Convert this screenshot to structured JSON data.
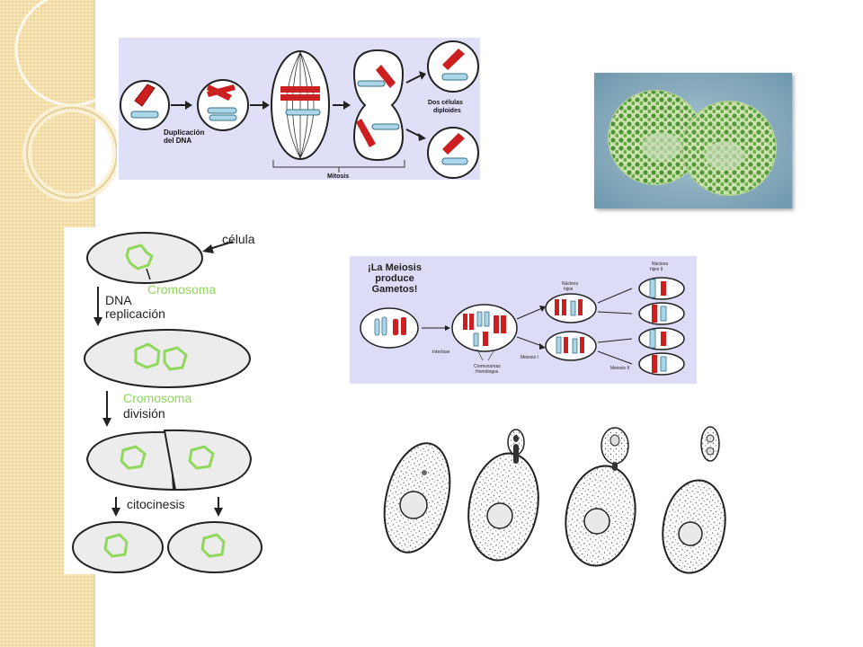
{
  "slide": {
    "colors": {
      "side_strip": "#f7e4b5",
      "chromosome_red": "#cc1f1f",
      "chromosome_blue": "#a9d7e8",
      "green_outline": "#8fd85b",
      "panel_bg": "#dfe0f7"
    }
  },
  "mitosis": {
    "label_duplication_line1": "Duplicación",
    "label_duplication_line2": "del DNA",
    "label_mitosis": "Mitosis",
    "label_result_line1": "Dos células",
    "label_result_line2": "diploides"
  },
  "binary_fission": {
    "label_cell": "célula",
    "label_chromosome_1": "Cromosoma",
    "label_replication_line1": "DNA",
    "label_replication_line2": "replicación",
    "label_chromosome_2": "Cromosoma",
    "label_division": "división",
    "label_cytokinesis": "citocinesis"
  },
  "meiosis": {
    "title_line1": "¡La Meiosis",
    "title_line2": "produce",
    "title_line3": "Gametos!",
    "label_nuclei": "Núcleos",
    "label_nuclei_2": "hijos",
    "label_top_right": "Núcleos",
    "label_top_right_2": "hijos II",
    "label_interphase": "Interfase",
    "label_meiosis1": "Meiosis I",
    "label_meiosis2": "Meiosis II",
    "label_homologs_1": "Cromosomas",
    "label_homologs_2": "Homólogos"
  }
}
